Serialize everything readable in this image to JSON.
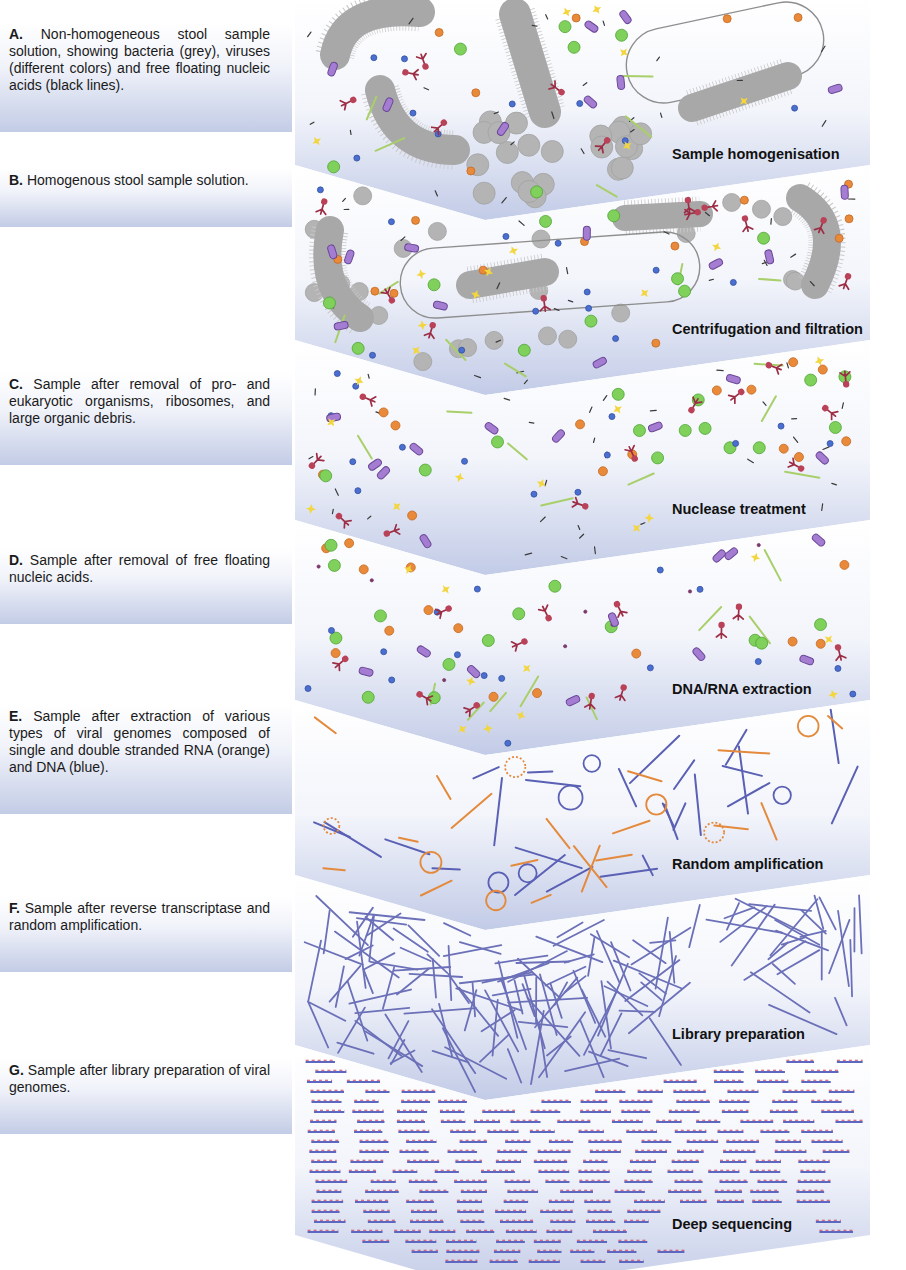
{
  "diagram": {
    "nodes": [
      {
        "text": [
          "A. Non-homogeneous stool sample solution, showing bacteria (grey), viruses (different colors) and free floating nucleic acids (black lines)."
        ]
      },
      {
        "text": [
          "B. Homogenous stool sample solution."
        ]
      },
      {
        "text": [
          "C. Sample after removal of pro- and eukaryotic organisms, ribosomes, and large organic debris."
        ]
      },
      {
        "text": [
          "D. Sample after removal of free floating nucleic acids."
        ]
      },
      {
        "text": [
          "E. Sample after extraction of various types of viral genomes composed of single and double stranded RNA (orange) and DNA (blue)."
        ]
      },
      {
        "text": [
          "F. Sample after reverse transcriptase and random amplification."
        ]
      },
      {
        "text": [
          "G. Sample after library preparation of viral genomes."
        ]
      }
    ],
    "labels": [
      "Sample homogenisation",
      "Centrifugation and filtration",
      "Nuclease treatment",
      "DNA/RNA extraction",
      "Random amplification",
      "Library preparation",
      "Deep sequencing"
    ]
  }
}
